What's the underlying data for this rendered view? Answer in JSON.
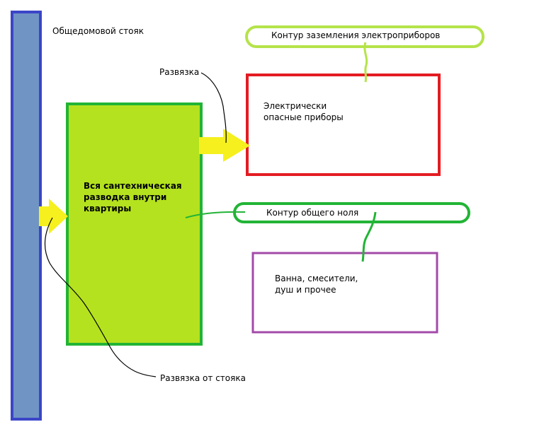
{
  "riser": {
    "label": "Общедомовой стояк",
    "fill": "#7094c4",
    "stroke": "#3b45c8"
  },
  "plumbing_box": {
    "label_lines": [
      "Вся сантехническая",
      "разводка внутри",
      "квартиры"
    ],
    "fill": "#b4e21e",
    "stroke": "#22b436"
  },
  "electric_box": {
    "label_lines": [
      "Электрически",
      "опасные приборы"
    ],
    "stroke": "#e31c22"
  },
  "bath_box": {
    "label_lines": [
      "Ванна, смесители,",
      "душ и прочее"
    ],
    "stroke": "#a34aa8"
  },
  "ground_loop": {
    "label": "Контур заземления электроприборов",
    "stroke": "#b5e34a"
  },
  "zero_loop": {
    "label": "Контур общего ноля",
    "stroke": "#22b436"
  },
  "branch_label": "Развязка",
  "riser_branch_label": "Развязка от стояка",
  "arrow_color": "#f5f01e"
}
